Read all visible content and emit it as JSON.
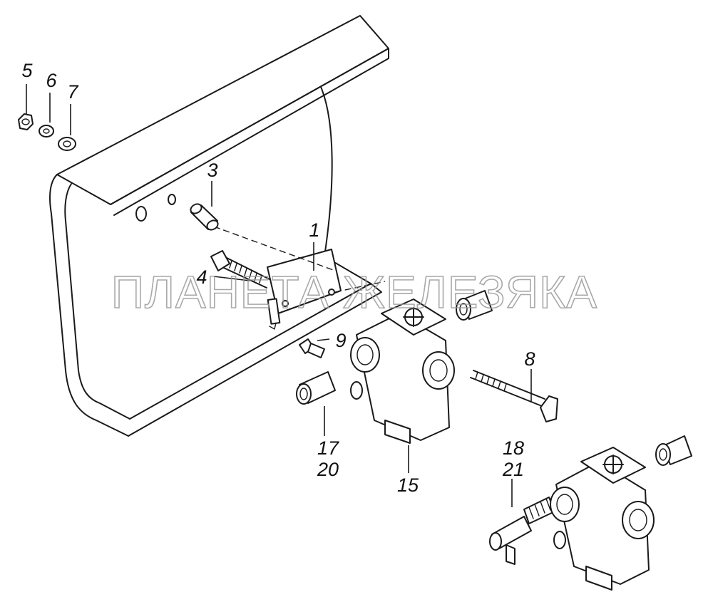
{
  "watermark": "ПЛАНЕТА ЖЕЛЕЗЯКА",
  "callouts": {
    "c1": "1",
    "c3": "3",
    "c4": "4",
    "c5": "5",
    "c6": "6",
    "c7": "7",
    "c8": "8",
    "c9": "9",
    "c15": "15",
    "c17": "17",
    "c20": "20",
    "c18": "18",
    "c21": "21"
  }
}
